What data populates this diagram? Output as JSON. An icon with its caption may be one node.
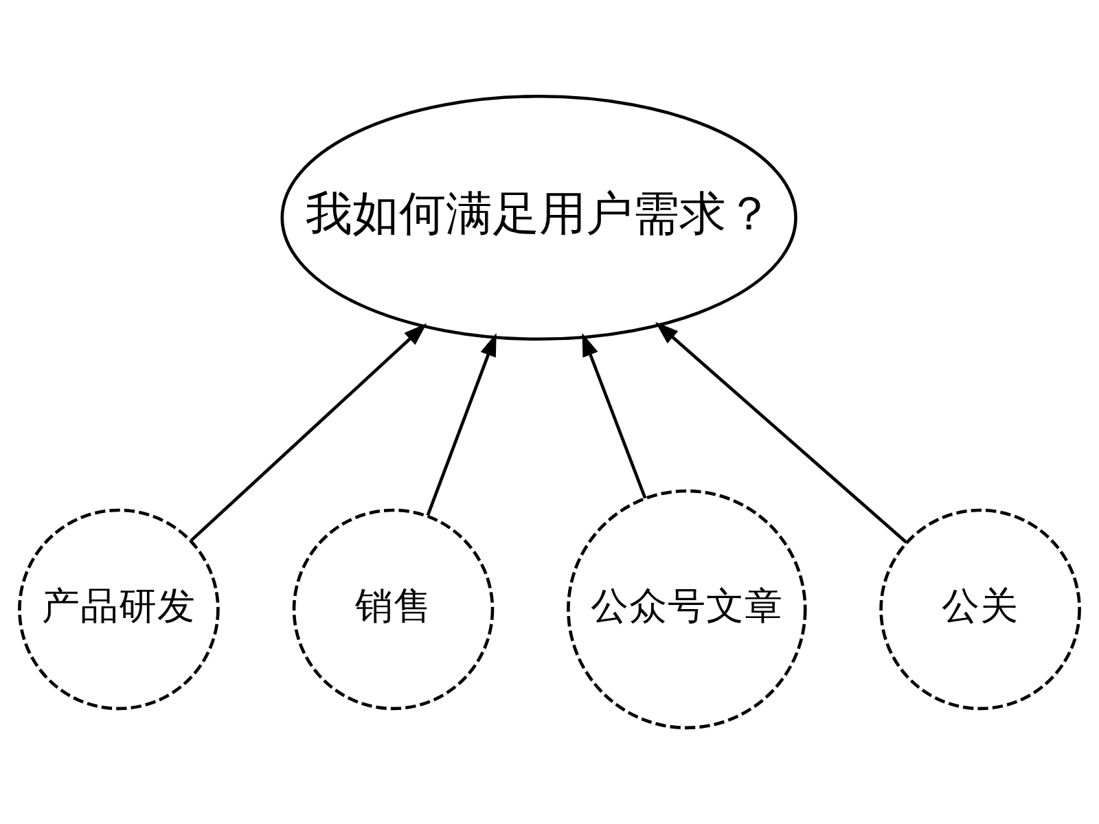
{
  "diagram": {
    "nodes": [
      {
        "text": [
          "我如何满足用户需求？"
        ]
      },
      {
        "text": [
          "产品研发"
        ]
      },
      {
        "text": [
          "销售"
        ]
      },
      {
        "text": [
          "公众号文章"
        ]
      },
      {
        "text": [
          "公关"
        ]
      }
    ],
    "edges": [
      {
        "from": 1,
        "to": 0,
        "arrow": "to"
      },
      {
        "from": 2,
        "to": 0,
        "arrow": "to"
      },
      {
        "from": 3,
        "to": 0,
        "arrow": "to"
      },
      {
        "from": 4,
        "to": 0,
        "arrow": "to"
      }
    ]
  }
}
